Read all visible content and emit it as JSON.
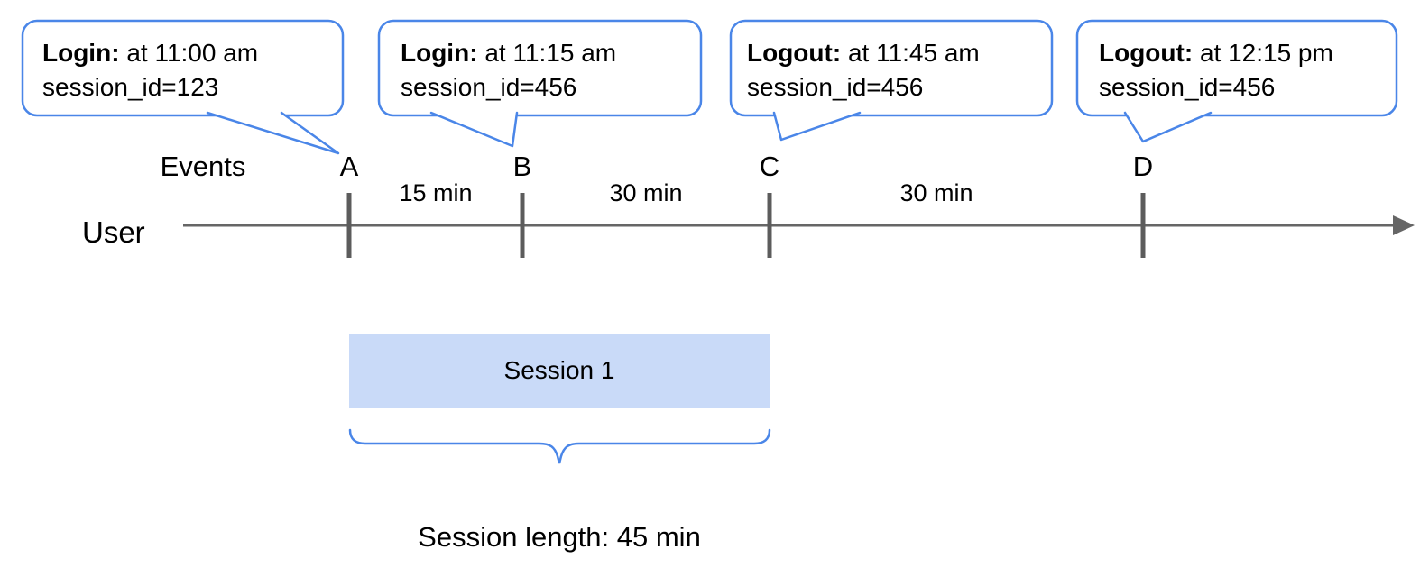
{
  "diagram": {
    "callouts": [
      {
        "title": "Login:",
        "detail": "at 11:00 am",
        "session": "session_id=123"
      },
      {
        "title": "Login:",
        "detail": "at 11:15 am",
        "session": "session_id=456"
      },
      {
        "title": "Logout:",
        "detail": "at 11:45 am",
        "session": "session_id=456"
      },
      {
        "title": "Logout:",
        "detail": "at 12:15 pm",
        "session": "session_id=456"
      }
    ],
    "axis_label": "Events",
    "lane_label": "User",
    "events": [
      {
        "letter": "A"
      },
      {
        "letter": "B"
      },
      {
        "letter": "C"
      },
      {
        "letter": "D"
      }
    ],
    "intervals": [
      {
        "label": "15 min"
      },
      {
        "label": "30 min"
      },
      {
        "label": "30 min"
      }
    ],
    "session_box": {
      "label": "Session 1"
    },
    "session_length_label": "Session length: 45 min",
    "colors": {
      "accent_blue": "#4a86e8",
      "session_fill": "#c9daf8",
      "timeline_gray": "#666666"
    }
  }
}
